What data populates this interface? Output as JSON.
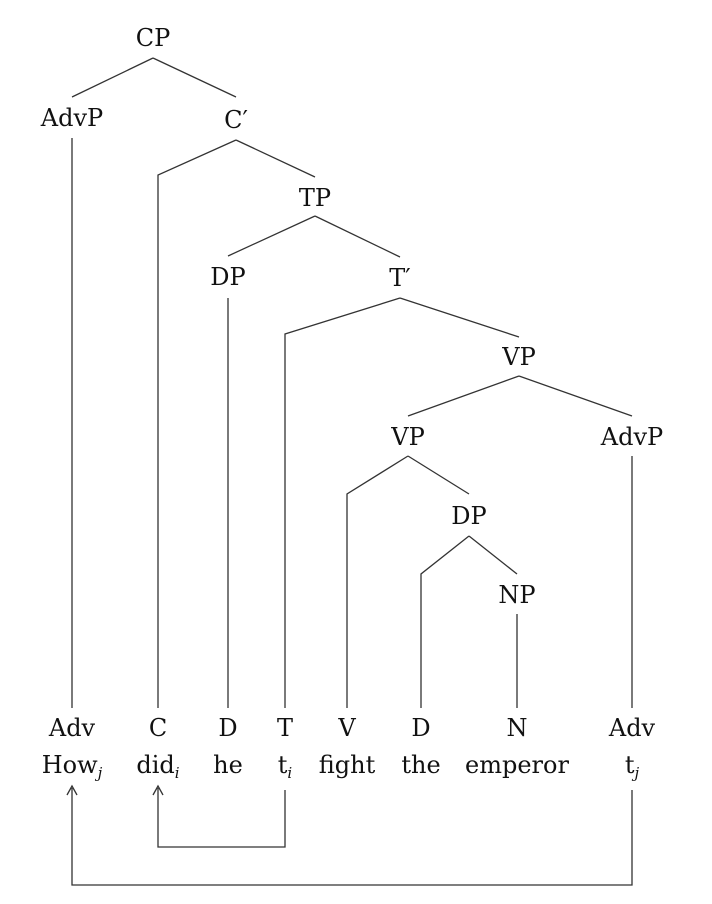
{
  "tree": {
    "nodes": {
      "cp": "CP",
      "advp_top": "AdvP",
      "c_bar": "C′",
      "tp": "TP",
      "dp_subj": "DP",
      "t_bar": "T′",
      "vp_outer": "VP",
      "vp_inner": "VP",
      "advp_low": "AdvP",
      "dp_obj": "DP",
      "np": "NP"
    },
    "terminals": [
      {
        "cat": "Adv",
        "word": "How",
        "index": "j"
      },
      {
        "cat": "C",
        "word": "did",
        "index": "i"
      },
      {
        "cat": "D",
        "word": "he",
        "index": ""
      },
      {
        "cat": "T",
        "word": "t",
        "index": "i"
      },
      {
        "cat": "V",
        "word": "fight",
        "index": ""
      },
      {
        "cat": "D",
        "word": "the",
        "index": ""
      },
      {
        "cat": "N",
        "word": "emperor",
        "index": ""
      },
      {
        "cat": "Adv",
        "word": "t",
        "index": "j"
      }
    ],
    "movements": [
      {
        "from": "T t_i",
        "to": "C did_i"
      },
      {
        "from": "Adv t_j",
        "to": "Adv How_j"
      }
    ]
  }
}
